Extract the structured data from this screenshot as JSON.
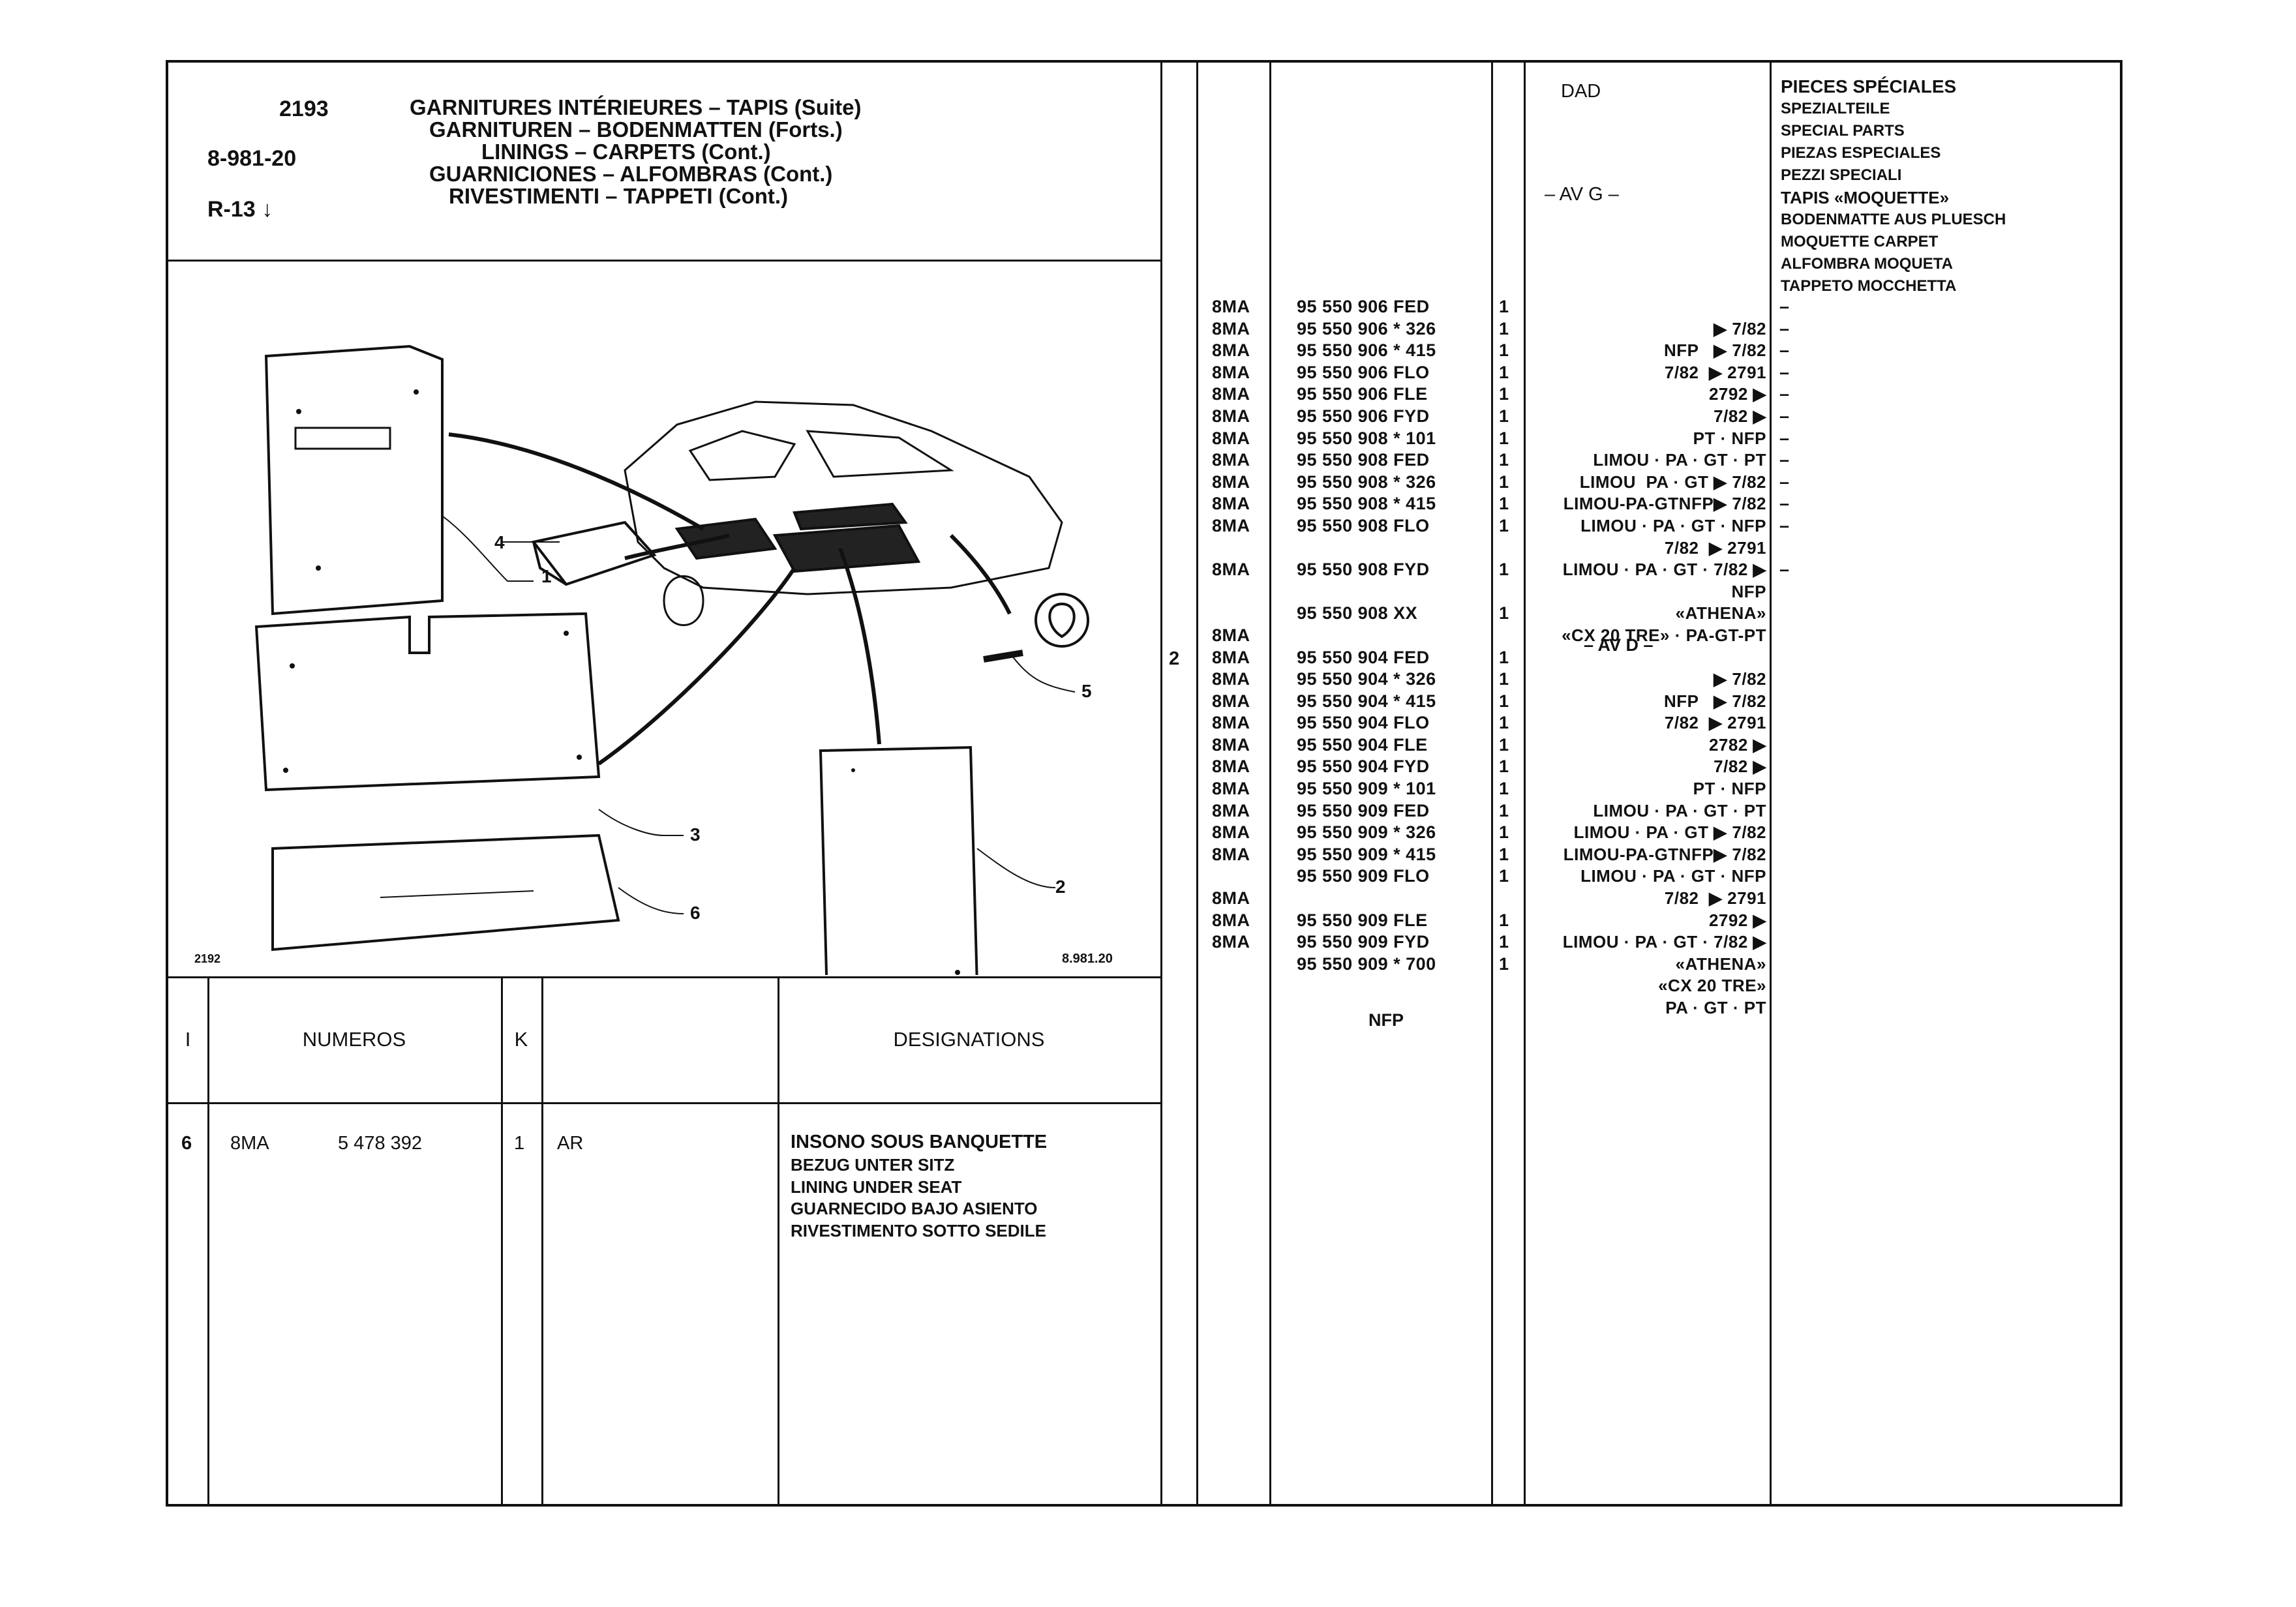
{
  "header": {
    "page_number": "2193",
    "ref_code": "8-981-20",
    "range": "R-13",
    "range_arrow": "↓",
    "titles": [
      "GARNITURES INTÉRIEURES – TAPIS (Suite)",
      "GARNITUREN – BODENMATTEN (Forts.)",
      "LININGS – CARPETS (Cont.)",
      "GUARNICIONES – ALFOMBRAS (Cont.)",
      "RIVESTIMENTI – TAPPETI (Cont.)"
    ]
  },
  "illustration": {
    "labels": [
      "1",
      "2",
      "3",
      "4",
      "5",
      "6"
    ],
    "ref_left": "2192",
    "ref_right": "8.981.20"
  },
  "left_table": {
    "headers": {
      "index": "I",
      "numeros": "NUMEROS",
      "k": "K",
      "designations": "DESIGNATIONS"
    },
    "row": {
      "index": "6",
      "prefix": "8MA",
      "number": "5 478 392",
      "qty": "1",
      "position": "AR",
      "designation_title": "INSONO SOUS BANQUETTE",
      "designation_lines": [
        "BEZUG UNTER SITZ",
        "LINING UNDER SEAT",
        "GUARNECIDO BAJO ASIENTO",
        "RIVESTIMENTO SOTTO SEDILE"
      ]
    }
  },
  "right_table": {
    "index": "2",
    "header_dad": "DAD",
    "header_avg": "– AV G –",
    "special_parts": [
      "PIECES SPÉCIALES",
      "SPEZIALTEILE",
      "SPECIAL PARTS",
      "PIEZAS ESPECIALES",
      "PEZZI SPECIALI",
      "TAPIS «MOQUETTE»",
      "BODENMATTE AUS PLUESCH",
      "MOQUETTE CARPET",
      "ALFOMBRA MOQUETA",
      "TAPPETO MOCCHETTA"
    ],
    "avd_label": "– AV D –",
    "nfp_label": "NFP",
    "prefix_col": [
      "8MA",
      "8MA",
      "8MA",
      "8MA",
      "8MA",
      "8MA",
      "8MA",
      "8MA",
      "8MA",
      "8MA",
      "8MA",
      "",
      "8MA",
      "",
      "",
      "8MA",
      "8MA",
      "8MA",
      "8MA",
      "8MA",
      "8MA",
      "8MA",
      "8MA",
      "8MA",
      "8MA",
      "8MA",
      "",
      "8MA",
      "8MA",
      "8MA"
    ],
    "number_col": [
      "95 550 906 FED",
      "95 550 906 * 326",
      "95 550 906 * 415",
      "95 550 906 FLO",
      "95 550 906 FLE",
      "95 550 906 FYD",
      "95 550 908 * 101",
      "95 550 908 FED",
      "95 550 908 * 326",
      "95 550 908 * 415",
      "95 550 908 FLO",
      "",
      "95 550 908 FYD",
      "",
      "95 550 908 XX",
      "",
      "95 550 904 FED",
      "95 550 904 * 326",
      "95 550 904 * 415",
      "95 550 904 FLO",
      "95 550 904 FLE",
      "95 550 904 FYD",
      "95 550 909 * 101",
      "95 550 909 FED",
      "95 550 909 * 326",
      "95 550 909 * 415",
      "95 550 909 FLO",
      "",
      "95 550 909 FLE",
      "95 550 909 FYD",
      "95 550 909 * 700"
    ],
    "qty_col": [
      "1",
      "1",
      "1",
      "1",
      "1",
      "1",
      "1",
      "1",
      "1",
      "1",
      "1",
      "",
      "1",
      "",
      "1",
      "",
      "1",
      "1",
      "1",
      "1",
      "1",
      "1",
      "1",
      "1",
      "1",
      "1",
      "1",
      "",
      "1",
      "1",
      "1"
    ],
    "dad_col": [
      "",
      "▶ 7/82",
      "NFP   ▶ 7/82",
      "7/82  ▶ 2791",
      "2792 ▶",
      "7/82 ▶",
      "PT · NFP",
      "LIMOU · PA · GT · PT",
      "LIMOU  PA · GT ▶ 7/82",
      "LIMOU-PA-GTNFP▶ 7/82",
      "LIMOU · PA · GT · NFP",
      "7/82  ▶ 2791",
      "LIMOU · PA · GT · 7/82 ▶",
      "NFP",
      "«ATHENA»",
      "«CX 20 TRE» · PA-GT-PT",
      "",
      "▶ 7/82",
      "NFP   ▶ 7/82",
      "7/82  ▶ 2791",
      "2782 ▶",
      "7/82 ▶",
      "PT · NFP",
      "LIMOU · PA · GT · PT",
      "LIMOU · PA · GT ▶ 7/82",
      "LIMOU-PA-GTNFP▶ 7/82",
      "LIMOU · PA · GT · NFP",
      "7/82  ▶ 2791",
      "2792 ▶",
      "LIMOU · PA · GT · 7/82 ▶",
      "«ATHENA»",
      "«CX 20 TRE»",
      "PA · GT · PT"
    ],
    "dash_col": [
      "–",
      "–",
      "–",
      "–",
      "–",
      "–",
      "–",
      "–",
      "–",
      "–",
      "–",
      "",
      "–"
    ]
  }
}
